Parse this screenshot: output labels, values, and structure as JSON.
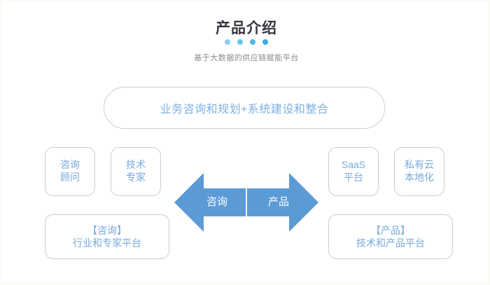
{
  "header": {
    "title": "产品介绍",
    "subtitle": "基于大数据的供应链赋能平台",
    "dots": [
      {
        "name": "dot-1",
        "color": "#89cdf2"
      },
      {
        "name": "dot-2",
        "color": "#6cc2ef"
      },
      {
        "name": "dot-3",
        "color": "#54b6ec"
      },
      {
        "name": "dot-4",
        "color": "#3da9e8"
      }
    ]
  },
  "banner": {
    "label": "业务咨询和规划+系统建设和整合",
    "text_color": "#7eb0e0",
    "border_color": "#cfcfcf"
  },
  "capability_boxes": [
    {
      "name": "consulting-advisor",
      "line1": "咨询",
      "line2": "顾问",
      "side": "left"
    },
    {
      "name": "technical-expert",
      "line1": "技术",
      "line2": "专家",
      "side": "left"
    },
    {
      "name": "saas-platform",
      "line1": "SaaS",
      "line2": "平台",
      "side": "right"
    },
    {
      "name": "private-cloud",
      "line1": "私有云",
      "line2": "本地化",
      "side": "right"
    }
  ],
  "platform_boxes": [
    {
      "name": "consulting-platform",
      "line1": "【咨询】",
      "line2": "行业和专家平台",
      "side": "left"
    },
    {
      "name": "product-platform",
      "line1": "【产品】",
      "line2": "技术和产品平台",
      "side": "right"
    }
  ],
  "arrows": [
    {
      "name": "arrow-left",
      "label": "咨询",
      "direction": "left",
      "color": "#5b9bd5"
    },
    {
      "name": "arrow-right",
      "label": "产品",
      "direction": "right",
      "color": "#5b9bd5"
    }
  ],
  "colors": {
    "accent_blue": "#5b9bd5",
    "label_blue": "#76a9dc",
    "title_dark": "#36353f",
    "subtitle_gray": "#8b8b8b",
    "box_border": "#cdcdcd",
    "background": "#ffffff"
  }
}
